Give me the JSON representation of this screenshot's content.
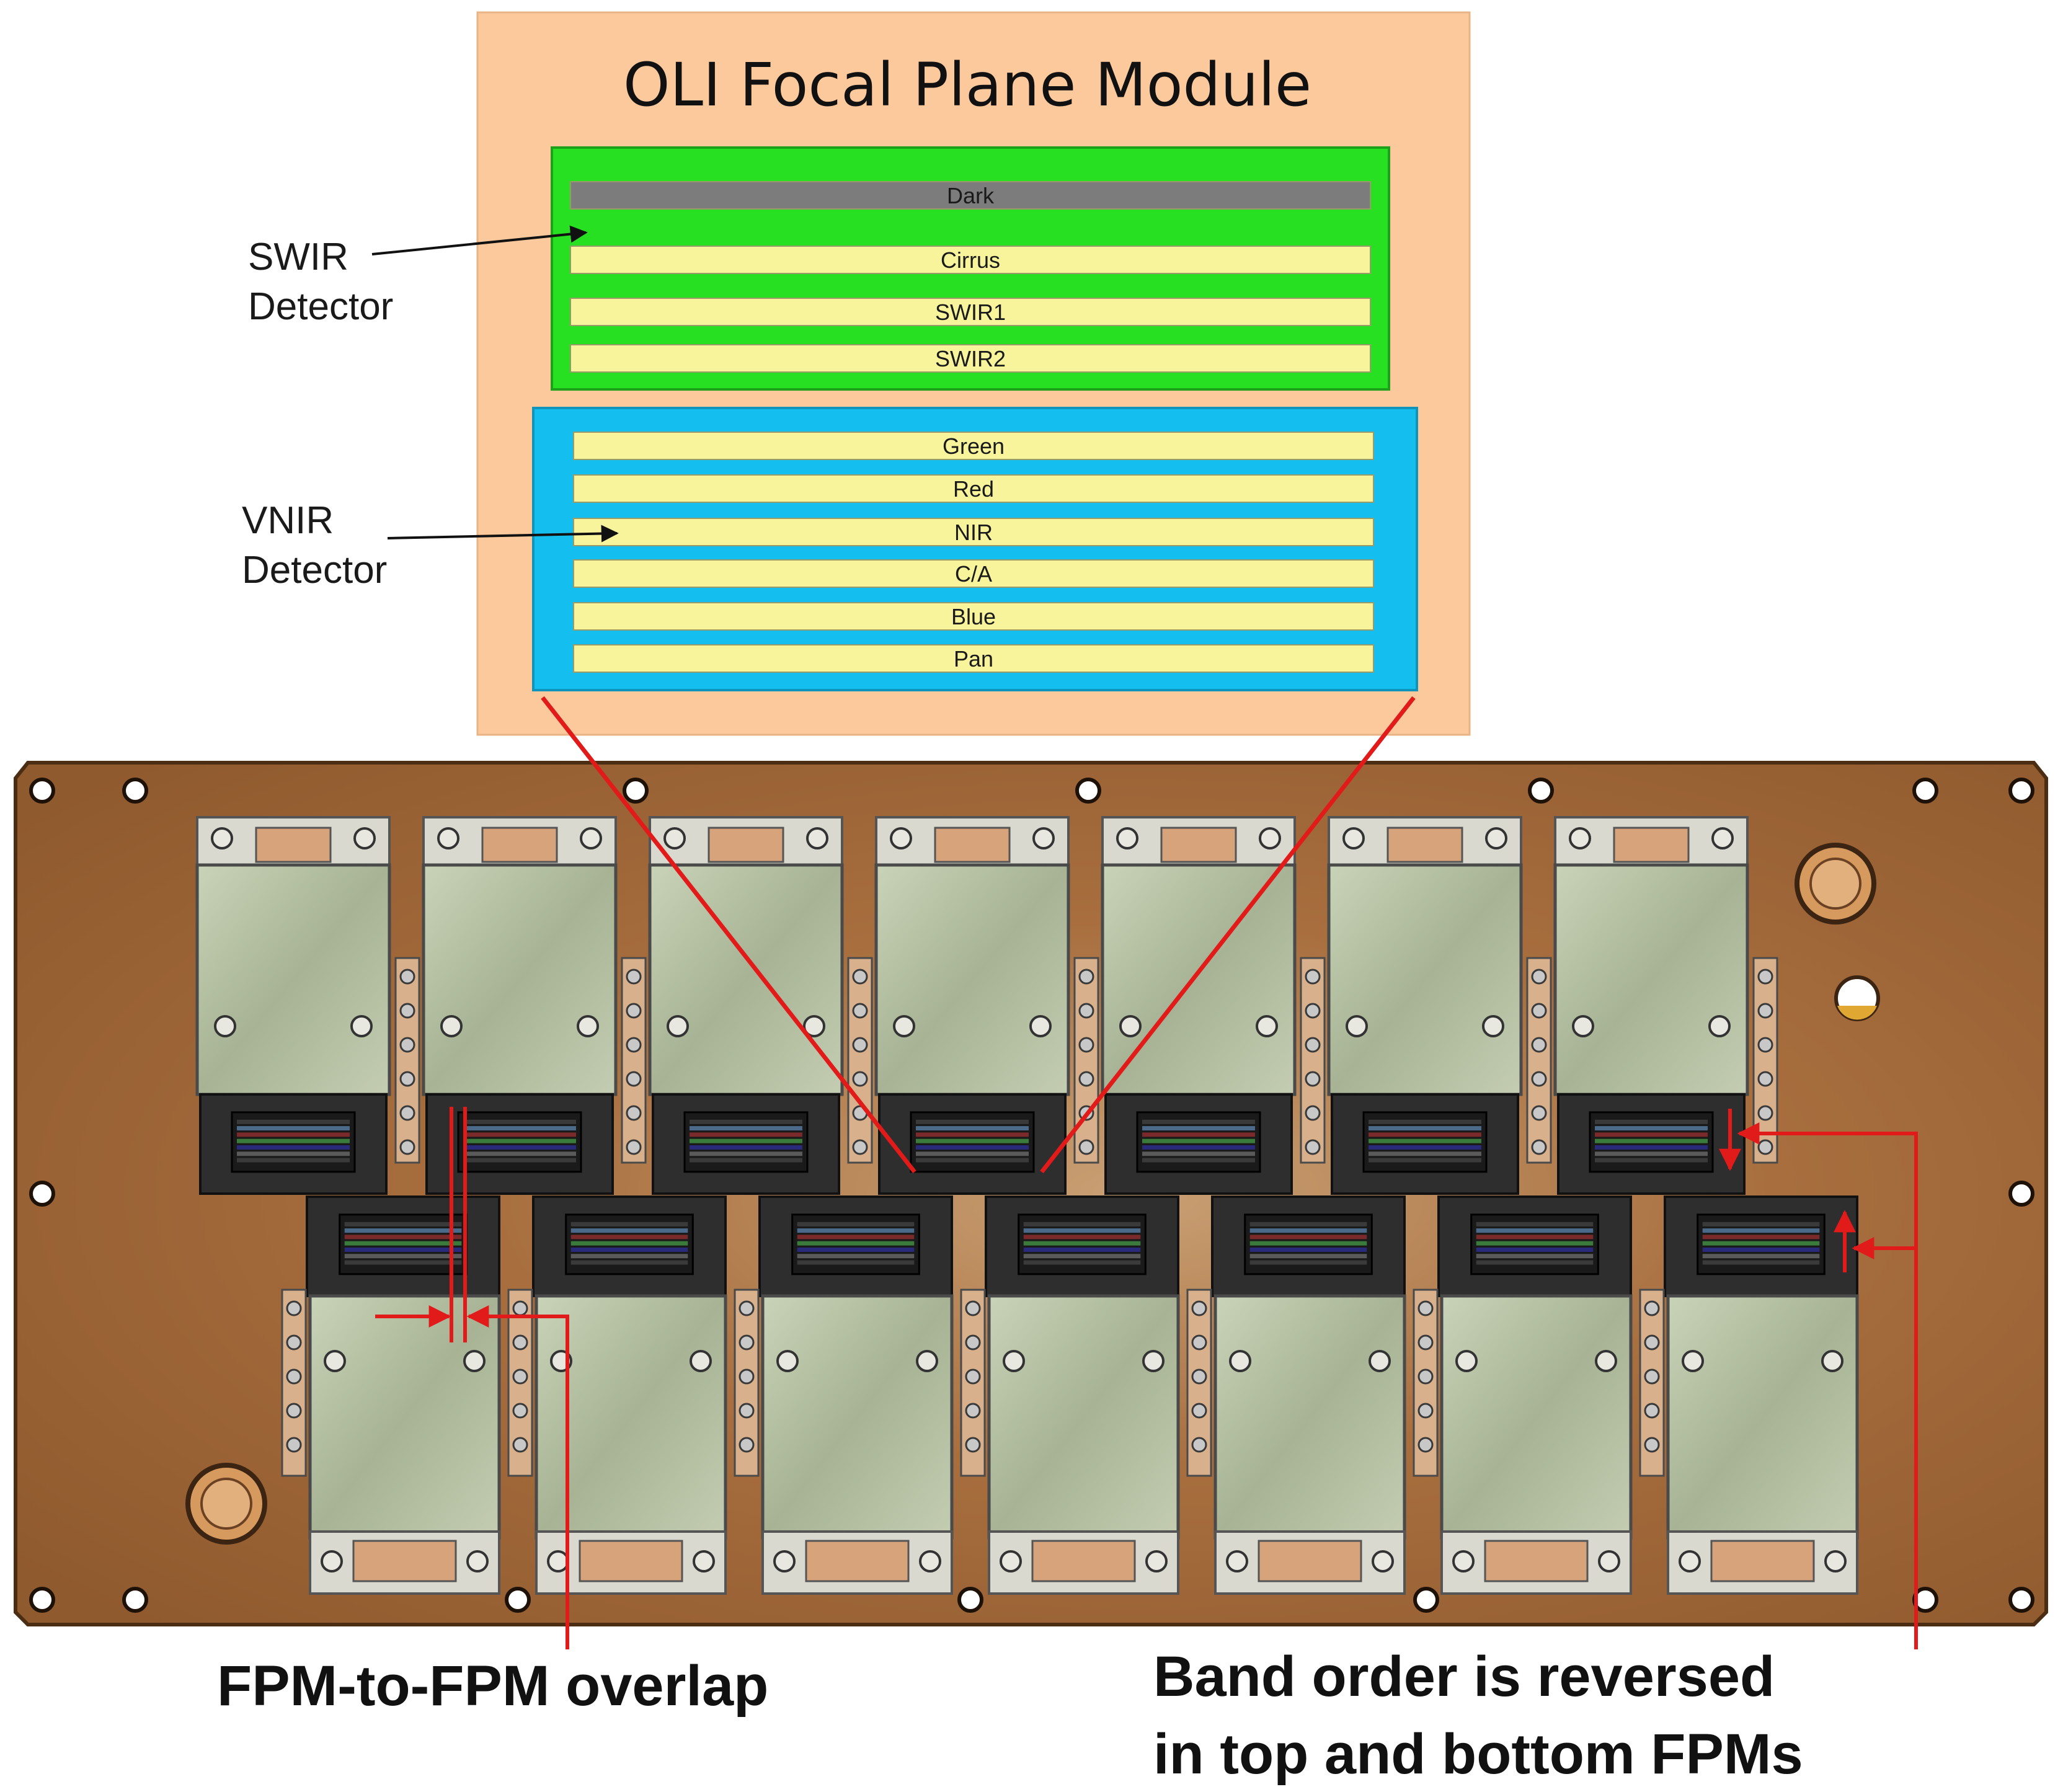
{
  "module": {
    "title": "OLI Focal Plane Module",
    "swir": {
      "label_line1": "SWIR",
      "label_line2": "Detector",
      "bands": [
        "Dark",
        "Cirrus",
        "SWIR1",
        "SWIR2"
      ]
    },
    "vnir": {
      "label_line1": "VNIR",
      "label_line2": "Detector",
      "bands": [
        "Green",
        "Red",
        "NIR",
        "C/A",
        "Blue",
        "Pan"
      ]
    }
  },
  "captions": {
    "overlap": "FPM-to-FPM overlap",
    "band_order_line1": "Band order is reversed",
    "band_order_line2": "in top and bottom FPMs"
  },
  "colors": {
    "module_bg": "#fbc99c",
    "swir_bg": "#28e022",
    "vnir_bg": "#14bff0",
    "band_fill": "#f7f49c",
    "dark_band": "#7c7c7c",
    "plate": "#a0663a",
    "annotation": "#e11a1a"
  }
}
